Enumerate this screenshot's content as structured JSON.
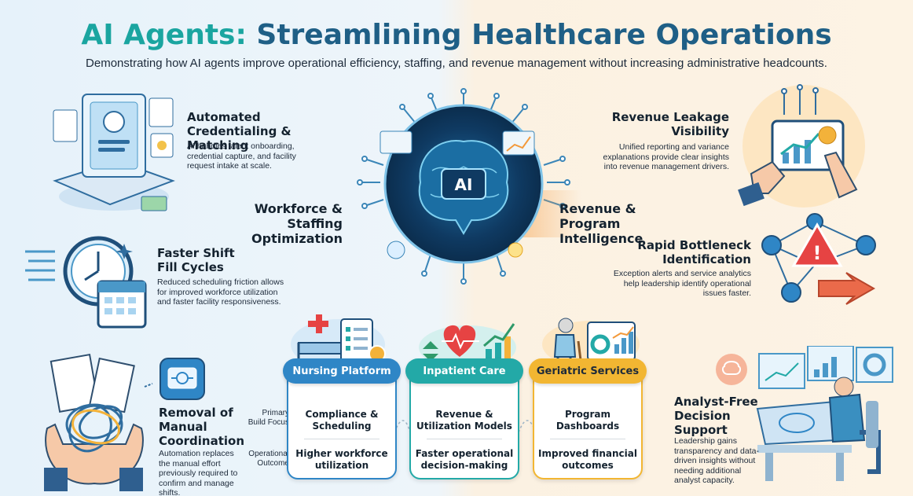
{
  "title_part1": "AI Agents: ",
  "title_part2": "Streamlining Healthcare Operations",
  "subtitle": "Demonstrating how AI agents improve operational efficiency, staffing, and revenue management without increasing administrative headcounts.",
  "hub": {
    "center_label": "AI",
    "left_label": "Workforce & Staffing Optimization",
    "right_label": "Revenue & Program Intelligence"
  },
  "left_items": [
    {
      "title": "Automated Credentialing & Matching",
      "desc": "AI handles talent onboarding, credential capture, and facility request intake at scale.",
      "icon": "credential-tablet-icon"
    },
    {
      "title": "Faster Shift Fill Cycles",
      "desc": "Reduced scheduling friction allows for improved workforce utilization and faster facility responsiveness.",
      "icon": "clock-calendar-icon"
    },
    {
      "title": "Removal of Manual Coordination",
      "desc": "Automation replaces the manual effort previously required to confirm and manage shifts.",
      "icon": "tangled-cable-hands-icon"
    }
  ],
  "right_items": [
    {
      "title": "Revenue Leakage Visibility",
      "desc": "Unified reporting and variance explanations provide clear insights into revenue management drivers.",
      "icon": "tablet-chart-icon"
    },
    {
      "title": "Rapid Bottleneck Identification",
      "desc": "Exception alerts and service analytics help leadership identify operational issues faster.",
      "icon": "network-alert-icon"
    },
    {
      "title": "Analyst-Free Decision Support",
      "desc": "Leadership gains transparency and data-driven insights without needing additional analyst capacity.",
      "icon": "analyst-workstation-icon"
    }
  ],
  "table": {
    "row_labels": [
      "Primary Build Focus",
      "Operational Outcome"
    ],
    "columns": [
      {
        "header": "Nursing Platform",
        "focus": "Compliance & Scheduling",
        "outcome": "Higher workforce utilization",
        "color": "#2f86c6",
        "icon": "hospital-bed-checklist-icon"
      },
      {
        "header": "Inpatient Care",
        "focus": "Revenue & Utilization Models",
        "outcome": "Faster operational decision-making",
        "color": "#23a9a7",
        "icon": "heart-growth-chart-icon"
      },
      {
        "header": "Geriatric Services",
        "focus": "Program Dashboards",
        "outcome": "Improved financial outcomes",
        "color": "#f2b632",
        "icon": "elder-dashboard-icon"
      }
    ]
  },
  "colors": {
    "title_blue": "#1f5f86",
    "title_teal": "#1aa5a0",
    "orange": "#f39a3c"
  }
}
